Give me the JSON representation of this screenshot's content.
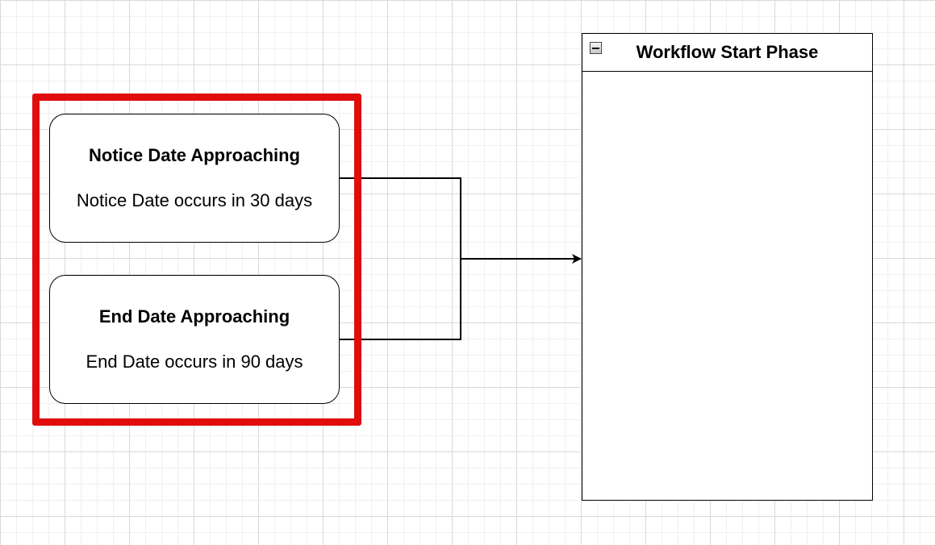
{
  "triggers": [
    {
      "title": "Notice Date Approaching",
      "description": "Notice Date occurs in 30 days"
    },
    {
      "title": "End Date Approaching",
      "description": "End Date occurs in 90 days"
    }
  ],
  "phase": {
    "title": "Workflow Start Phase",
    "collapse_icon": "minus-square-icon"
  },
  "colors": {
    "selection": "#e00d0d",
    "stroke": "#000000",
    "grid": "#d9d9d9"
  }
}
